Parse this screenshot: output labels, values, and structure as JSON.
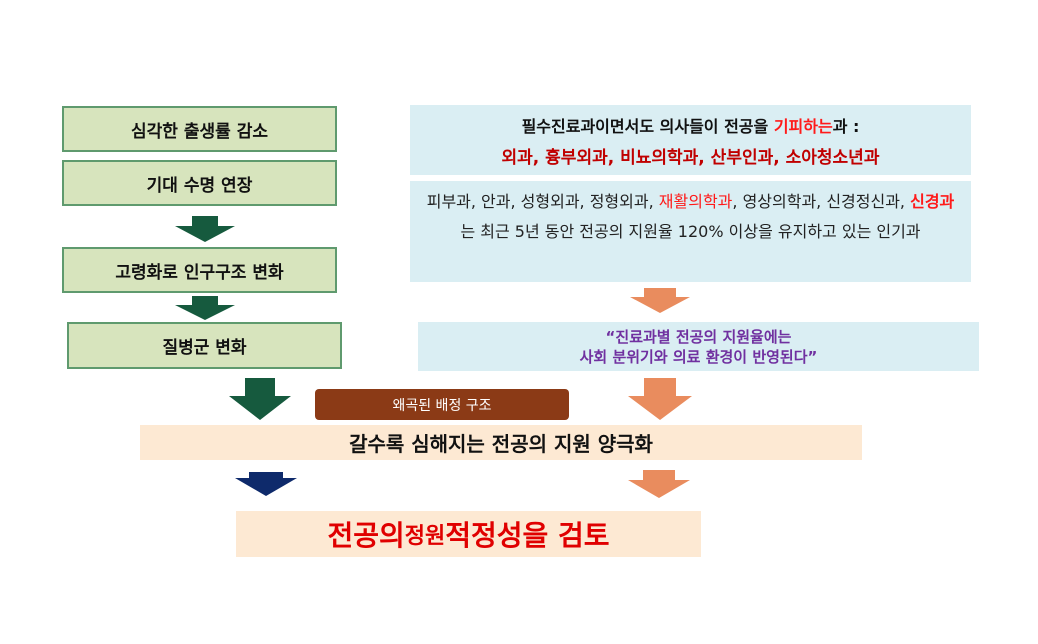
{
  "left": {
    "boxes": [
      "심각한 출생률 감소",
      "기대 수명 연장",
      "고령화로 인구구조 변화",
      "질병군 변화"
    ]
  },
  "right": {
    "avoided": {
      "line1_prefix": "필수진료과이면서도 의사들이 전공을 ",
      "line1_highlight": "기피하는",
      "line1_suffix": "과 :",
      "line2": "외과, 흉부외과, 비뇨의학과, 산부인과, 소아청소년과"
    },
    "popular": {
      "part1": "피부과, 안과, 성형외과, 정형외과, ",
      "highlight1": "재활의학과",
      "part2": ", 영상의학과, 신경정신과, ",
      "highlight2": "신경과",
      "part3": "는 최근 5년 동안 전공의 지원율 120% 이상을 유지하고 있는 인기과"
    },
    "quote": {
      "line1": "“진료과별 전공의 지원율에는",
      "line2": "사회 분위기와 의료 환경이 반영된다”"
    }
  },
  "distortion_label": "왜곡된 배정 구조",
  "polarization": "갈수록 심해지는 전공의 지원 양극화",
  "conclusion": {
    "part1": "전공의 ",
    "part2": "정원",
    "part3": " 적정성을 검토"
  },
  "colors": {
    "green_arrow": "#165a3e",
    "orange_arrow": "#e98c5e",
    "navy_arrow": "#0e2a6b",
    "brown": "#8b3a16"
  }
}
